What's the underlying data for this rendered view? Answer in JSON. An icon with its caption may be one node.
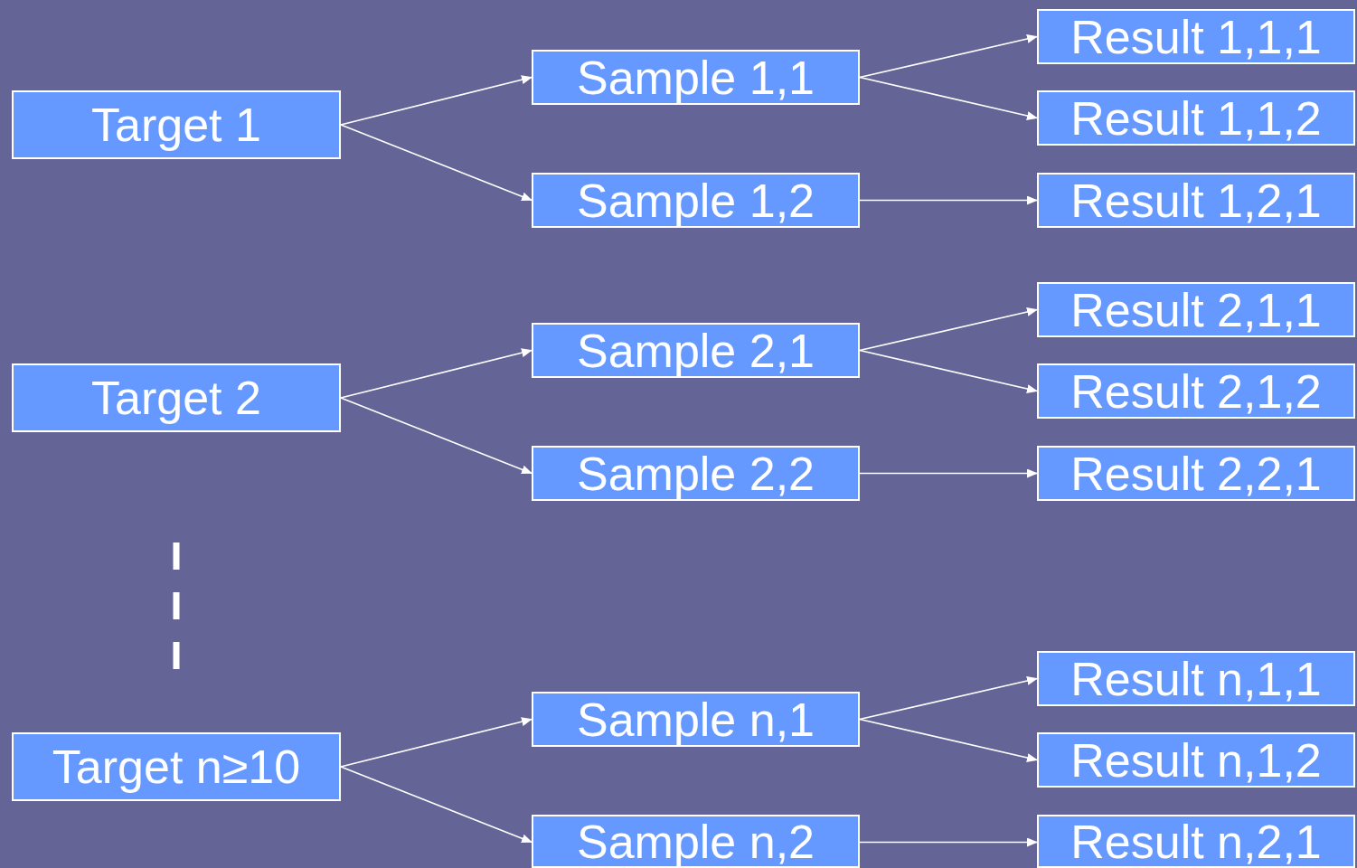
{
  "diagram": {
    "nodes": [
      {
        "text": [
          "Target 1"
        ]
      },
      {
        "text": [
          "Sample 1,1"
        ]
      },
      {
        "text": [
          "Sample 1,2"
        ]
      },
      {
        "text": [
          "Result 1,1,1"
        ]
      },
      {
        "text": [
          "Result 1,1,2"
        ]
      },
      {
        "text": [
          "Result 1,2,1"
        ]
      },
      {
        "text": [
          "Target 2"
        ]
      },
      {
        "text": [
          "Sample 2,1"
        ]
      },
      {
        "text": [
          "Sample 2,2"
        ]
      },
      {
        "text": [
          "Result 2,1,1"
        ]
      },
      {
        "text": [
          "Result 2,1,2"
        ]
      },
      {
        "text": [
          "Result 2,2,1"
        ]
      },
      {
        "text": [
          "Target n≥10"
        ]
      },
      {
        "text": [
          "Sample n,1"
        ]
      },
      {
        "text": [
          "Sample n,2"
        ]
      },
      {
        "text": [
          "Result n,1,1"
        ]
      },
      {
        "text": [
          "Result n,1,2"
        ]
      },
      {
        "text": [
          "Result n,2,1"
        ]
      }
    ],
    "edges": [
      {
        "from": 0,
        "to": 1,
        "arrow": "to"
      },
      {
        "from": 0,
        "to": 2,
        "arrow": "to"
      },
      {
        "from": 1,
        "to": 3,
        "arrow": "to"
      },
      {
        "from": 1,
        "to": 4,
        "arrow": "to"
      },
      {
        "from": 2,
        "to": 5,
        "arrow": "to"
      },
      {
        "from": 6,
        "to": 7,
        "arrow": "to"
      },
      {
        "from": 6,
        "to": 8,
        "arrow": "to"
      },
      {
        "from": 7,
        "to": 9,
        "arrow": "to"
      },
      {
        "from": 7,
        "to": 10,
        "arrow": "to"
      },
      {
        "from": 8,
        "to": 11,
        "arrow": "to"
      },
      {
        "from": 12,
        "to": 13,
        "arrow": "to"
      },
      {
        "from": 12,
        "to": 14,
        "arrow": "to"
      },
      {
        "from": 13,
        "to": 15,
        "arrow": "to"
      },
      {
        "from": 13,
        "to": 16,
        "arrow": "to"
      },
      {
        "from": 14,
        "to": 17,
        "arrow": "to"
      }
    ]
  }
}
